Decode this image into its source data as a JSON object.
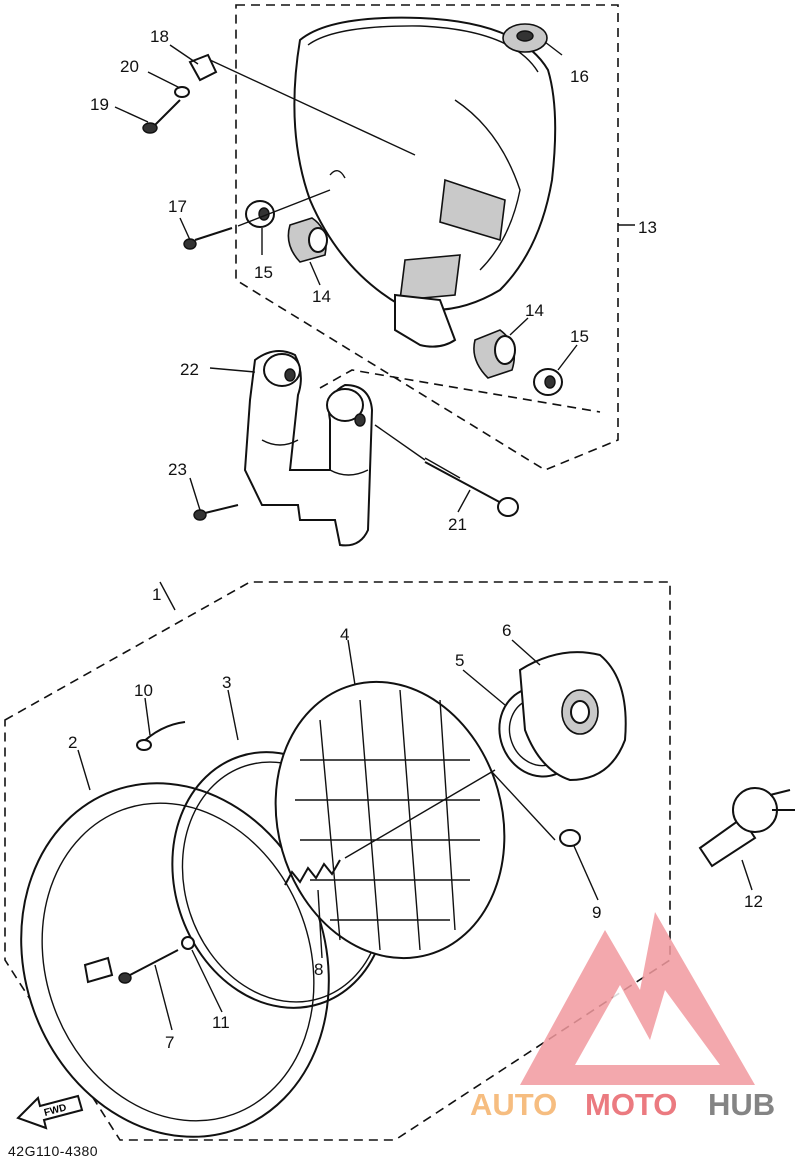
{
  "diagram": {
    "code": "42G110-4380",
    "fwd_label": "FWD",
    "callouts": {
      "c1": "1",
      "c2": "2",
      "c3": "3",
      "c4": "4",
      "c5": "5",
      "c6": "6",
      "c7": "7",
      "c8": "8",
      "c9": "9",
      "c10": "10",
      "c11": "11",
      "c12": "12",
      "c13": "13",
      "c14a": "14",
      "c14b": "14",
      "c15a": "15",
      "c15b": "15",
      "c16": "16",
      "c17": "17",
      "c18": "18",
      "c19": "19",
      "c20": "20",
      "c21": "21",
      "c22": "22",
      "c23": "23"
    }
  },
  "watermark": {
    "brand_part1": "AUTO",
    "brand_part2": "MOTO",
    "brand_part3": "HUB",
    "color_light": "#f5b26b",
    "color_red": "#e8636a",
    "color_gray": "#6f6f6f"
  }
}
